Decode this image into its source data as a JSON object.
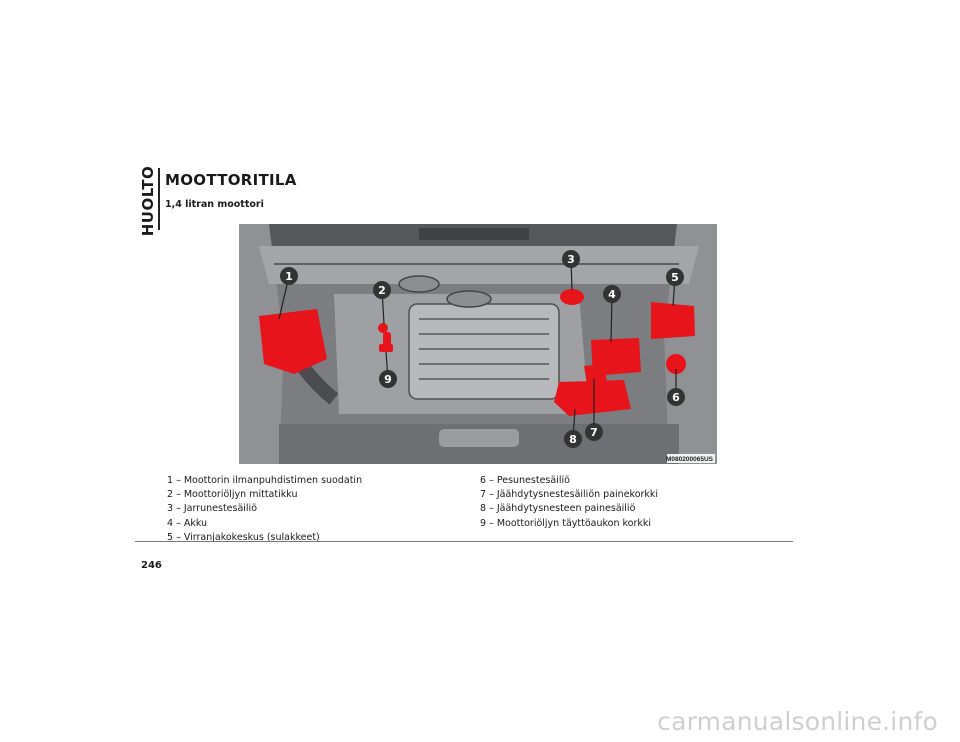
{
  "side_tab": "HUOLTO",
  "title": "MOOTTORITILA",
  "subtitle": "1,4 litran moottori",
  "figure": {
    "code": "M080200065US",
    "callouts": [
      "1",
      "2",
      "3",
      "4",
      "5",
      "6",
      "7",
      "8",
      "9"
    ],
    "highlight_color": "#e8141b",
    "callout_color": "#333333"
  },
  "legend_left": [
    "1 – Moottorin ilmanpuhdistimen suodatin",
    "2 – Moottoriöljyn mittatikku",
    "3 – Jarrunestesäiliö",
    "4 – Akku",
    "5 – Virranjakokeskus (sulakkeet)"
  ],
  "legend_right": [
    "6 – Pesunestesäiliö",
    "7 – Jäähdytysnestesäiliön painekorkki",
    "8 – Jäähdytysnesteen painesäiliö",
    "9 – Moottoriöljyn täyttöaukon korkki"
  ],
  "page_number": "246",
  "watermark": "carmanualsonline.info"
}
